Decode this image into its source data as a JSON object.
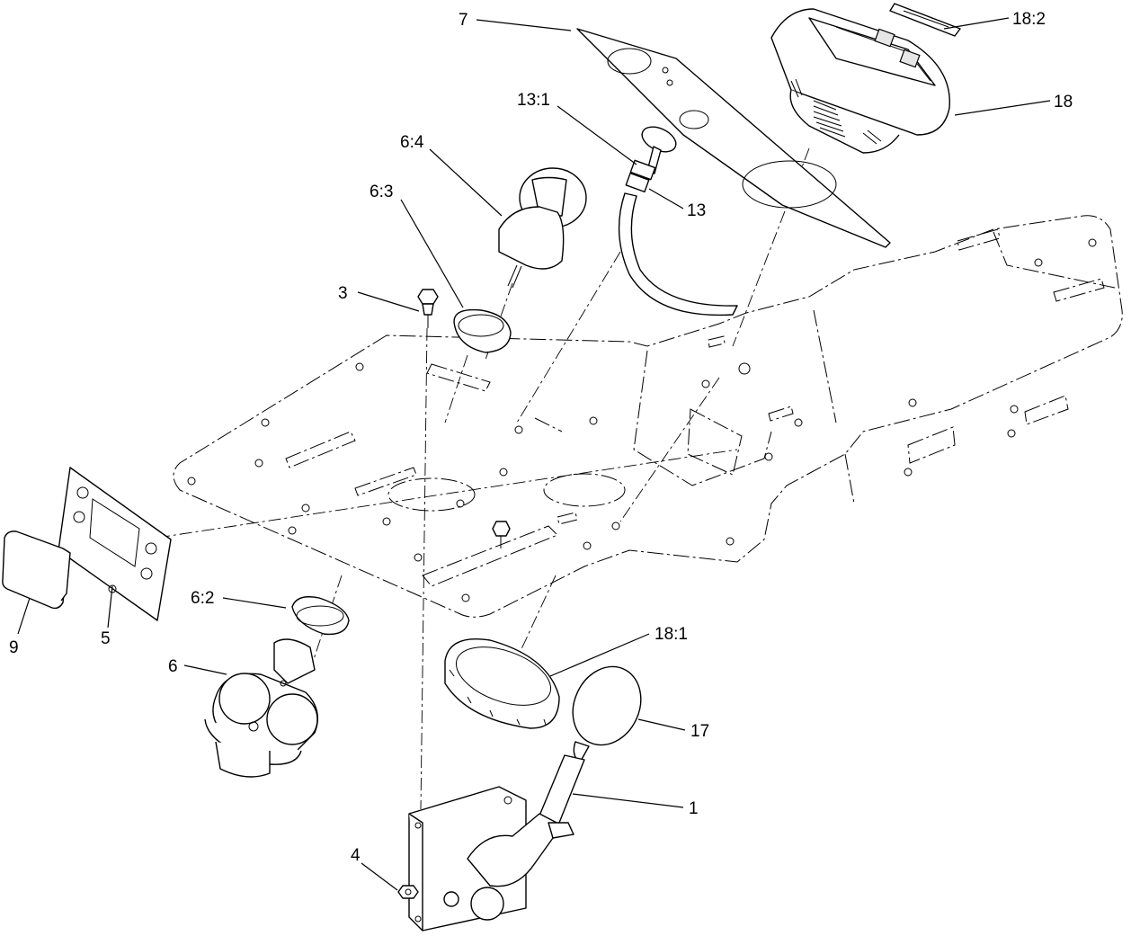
{
  "callouts": {
    "c7": "7",
    "c18_2": "18:2",
    "c18": "18",
    "c13_1": "13:1",
    "c13": "13",
    "c6_4": "6:4",
    "c6_3": "6:3",
    "c3": "3",
    "c9": "9",
    "c5": "5",
    "c6_2": "6:2",
    "c6": "6",
    "c18_1": "18:1",
    "c17": "17",
    "c1": "1",
    "c4": "4"
  }
}
